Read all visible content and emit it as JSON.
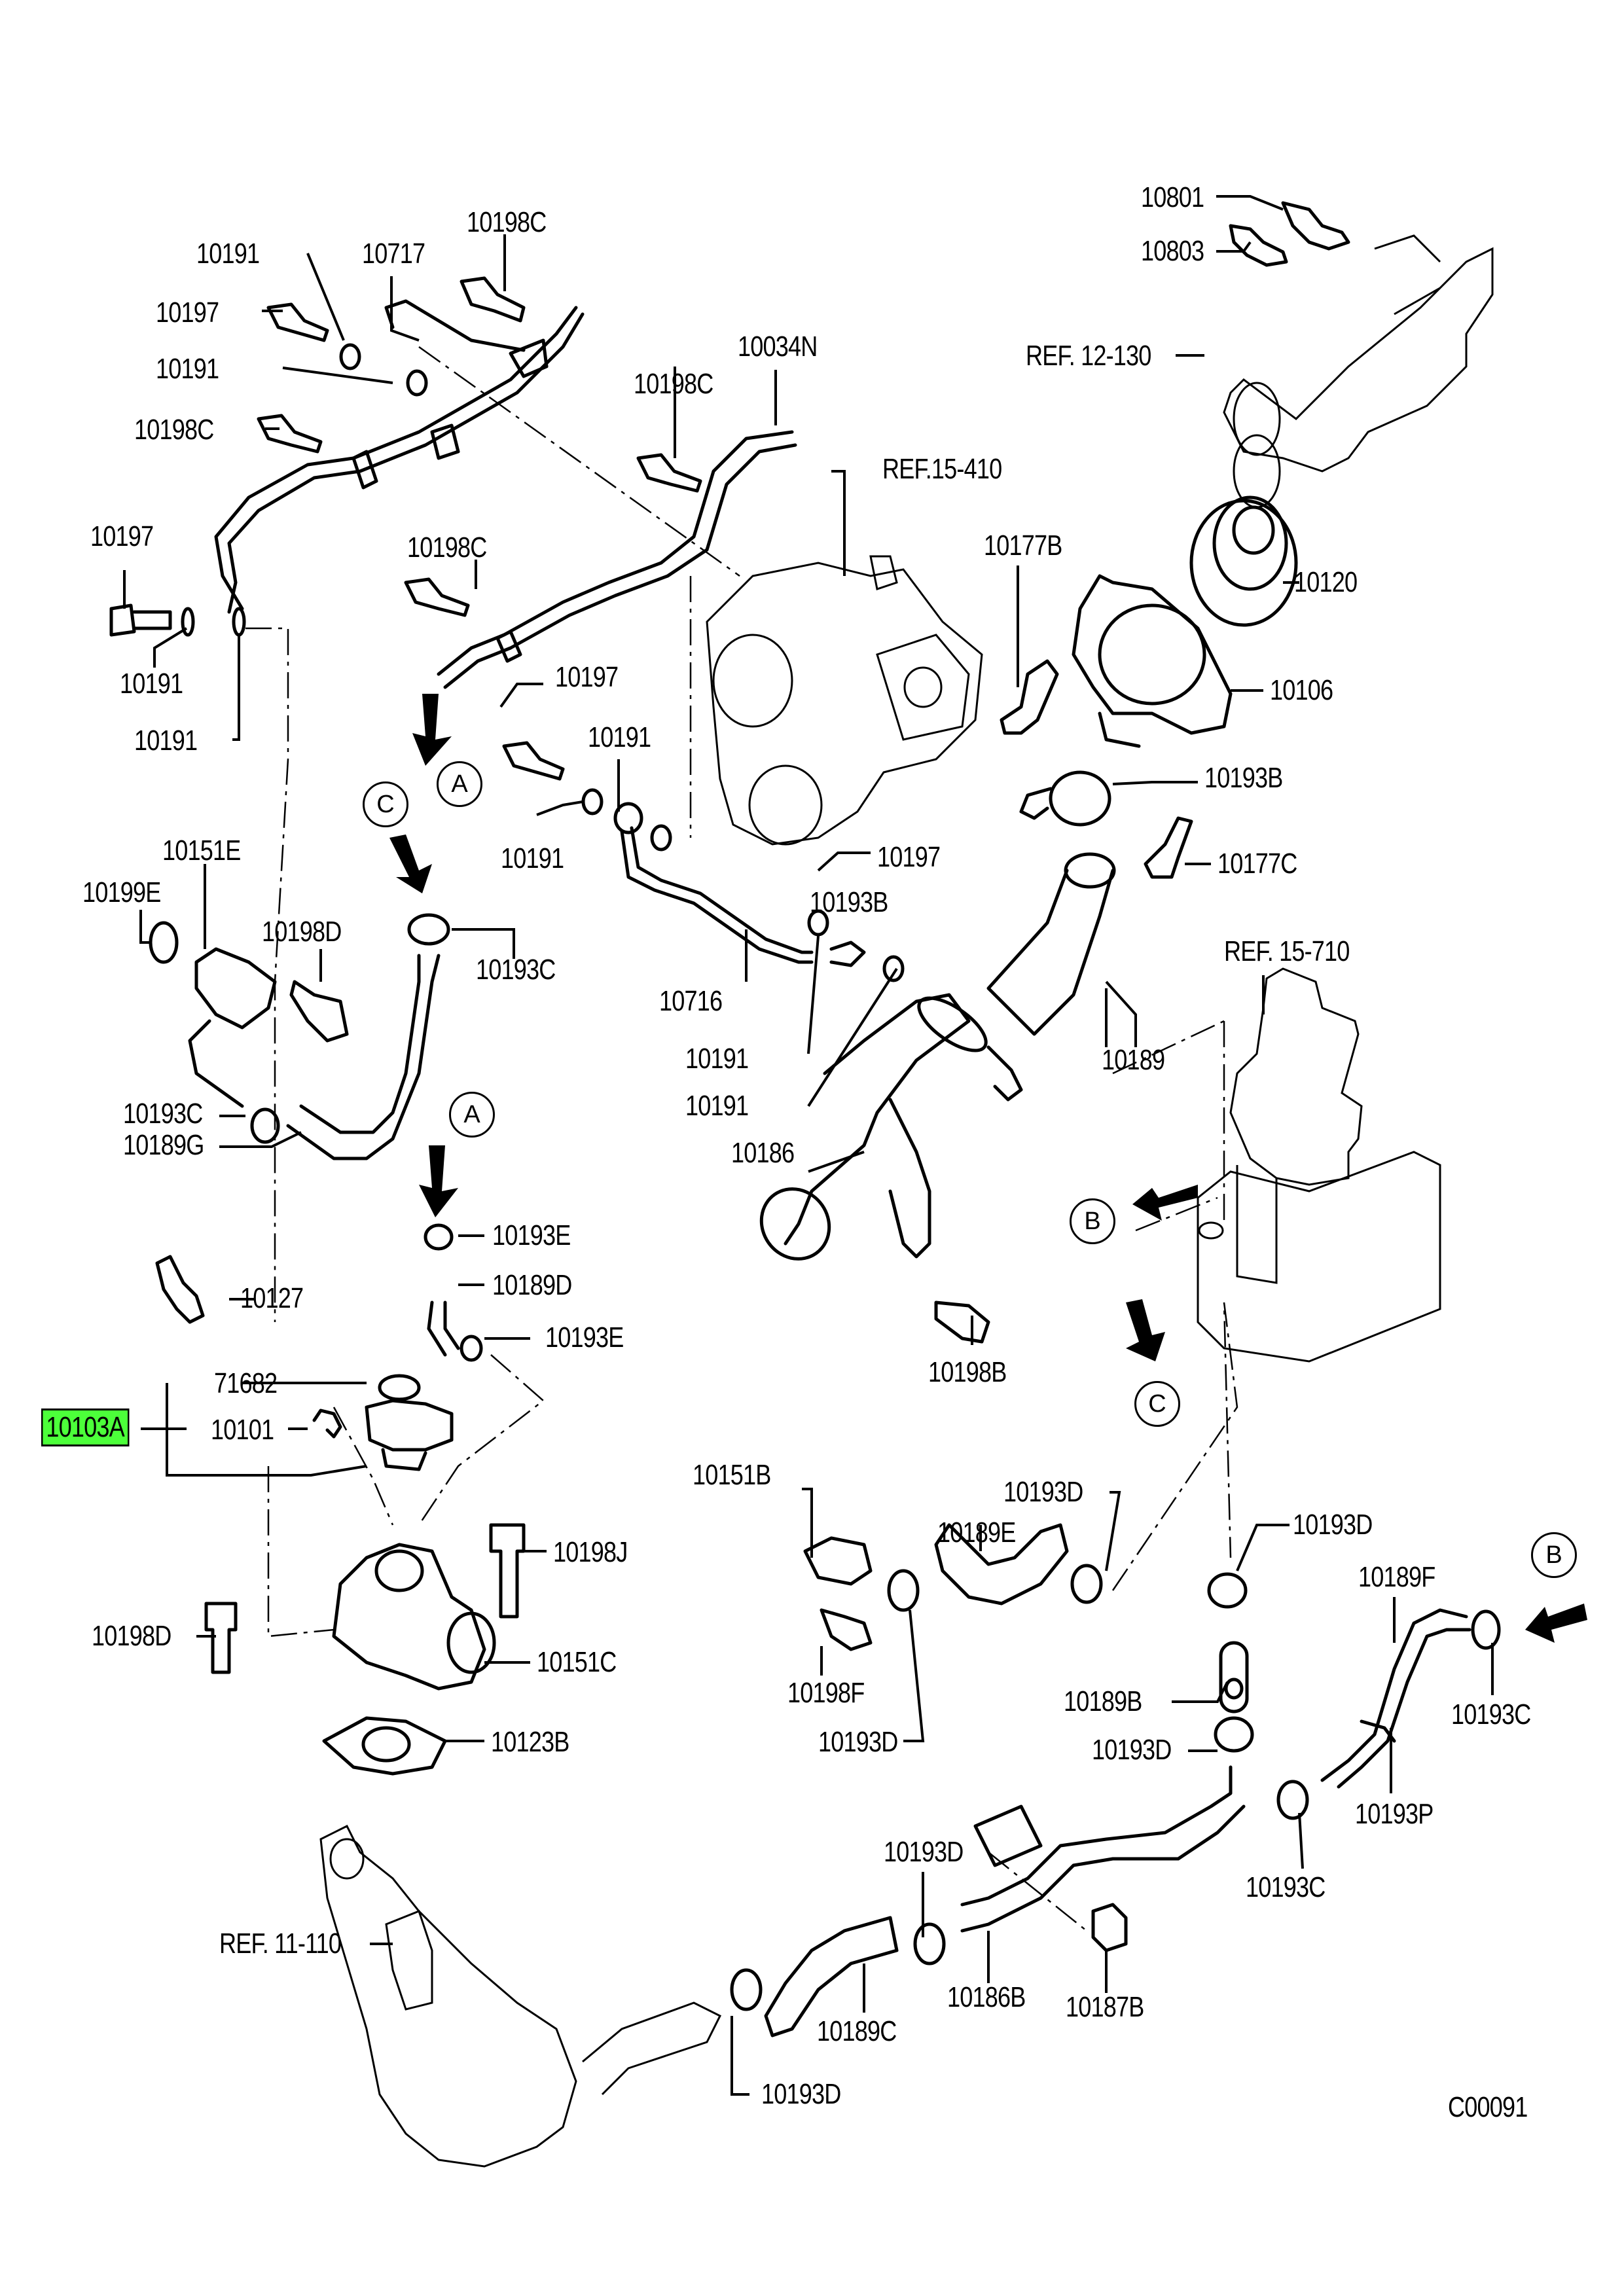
{
  "diagram": {
    "drawing_code": "C00091",
    "highlighted_part": "10103A",
    "callout_markers": [
      "A",
      "A",
      "B",
      "B",
      "C",
      "C"
    ],
    "labels": [
      {
        "id": "l1",
        "text": "10801"
      },
      {
        "id": "l2",
        "text": "10803"
      },
      {
        "id": "l3",
        "text": "REF. 12-130"
      },
      {
        "id": "l4",
        "text": "10198C"
      },
      {
        "id": "l5",
        "text": "10191"
      },
      {
        "id": "l6",
        "text": "10717"
      },
      {
        "id": "l7",
        "text": "10197"
      },
      {
        "id": "l8",
        "text": "10191"
      },
      {
        "id": "l9",
        "text": "10198C"
      },
      {
        "id": "l10",
        "text": "10034N"
      },
      {
        "id": "l11",
        "text": "10198C"
      },
      {
        "id": "l12",
        "text": "REF.15-410"
      },
      {
        "id": "l13",
        "text": "10197"
      },
      {
        "id": "l14",
        "text": "10198C"
      },
      {
        "id": "l15",
        "text": "10191"
      },
      {
        "id": "l16",
        "text": "10191"
      },
      {
        "id": "l17",
        "text": "10177B"
      },
      {
        "id": "l18",
        "text": "10120"
      },
      {
        "id": "l19",
        "text": "10106"
      },
      {
        "id": "l20",
        "text": "10197"
      },
      {
        "id": "l21",
        "text": "10191"
      },
      {
        "id": "l22",
        "text": "10191"
      },
      {
        "id": "l23",
        "text": "10193B"
      },
      {
        "id": "l24",
        "text": "10177C"
      },
      {
        "id": "l25",
        "text": "10151E"
      },
      {
        "id": "l26",
        "text": "10199E"
      },
      {
        "id": "l27",
        "text": "10198D"
      },
      {
        "id": "l28",
        "text": "10193C"
      },
      {
        "id": "l29",
        "text": "10197"
      },
      {
        "id": "l30",
        "text": "10193B"
      },
      {
        "id": "l31",
        "text": "10716"
      },
      {
        "id": "l32",
        "text": "REF. 15-710"
      },
      {
        "id": "l33",
        "text": "10189"
      },
      {
        "id": "l34",
        "text": "10193C"
      },
      {
        "id": "l35",
        "text": "10191"
      },
      {
        "id": "l36",
        "text": "10189G"
      },
      {
        "id": "l37",
        "text": "10191"
      },
      {
        "id": "l38",
        "text": "10186"
      },
      {
        "id": "l39",
        "text": "10193E"
      },
      {
        "id": "l40",
        "text": "10127"
      },
      {
        "id": "l41",
        "text": "10189D"
      },
      {
        "id": "l42",
        "text": "10193E"
      },
      {
        "id": "l43",
        "text": "10198B"
      },
      {
        "id": "l44",
        "text": "71682"
      },
      {
        "id": "l45",
        "text": "10103A"
      },
      {
        "id": "l46",
        "text": "10101"
      },
      {
        "id": "l47",
        "text": "10151B"
      },
      {
        "id": "l48",
        "text": "10193D"
      },
      {
        "id": "l49",
        "text": "10193D"
      },
      {
        "id": "l50",
        "text": "10189E"
      },
      {
        "id": "l51",
        "text": "10198J"
      },
      {
        "id": "l52",
        "text": "10189F"
      },
      {
        "id": "l53",
        "text": "10198D"
      },
      {
        "id": "l54",
        "text": "10151C"
      },
      {
        "id": "l55",
        "text": "10198F"
      },
      {
        "id": "l56",
        "text": "10189B"
      },
      {
        "id": "l57",
        "text": "10193C"
      },
      {
        "id": "l58",
        "text": "10193D"
      },
      {
        "id": "l59",
        "text": "10193D"
      },
      {
        "id": "l60",
        "text": "10123B"
      },
      {
        "id": "l61",
        "text": "10193P"
      },
      {
        "id": "l62",
        "text": "10193D"
      },
      {
        "id": "l63",
        "text": "10193C"
      },
      {
        "id": "l64",
        "text": "REF. 11-110"
      },
      {
        "id": "l65",
        "text": "10186B"
      },
      {
        "id": "l66",
        "text": "10187B"
      },
      {
        "id": "l67",
        "text": "10189C"
      },
      {
        "id": "l68",
        "text": "10193D"
      },
      {
        "id": "l69",
        "text": "C00091"
      }
    ]
  }
}
